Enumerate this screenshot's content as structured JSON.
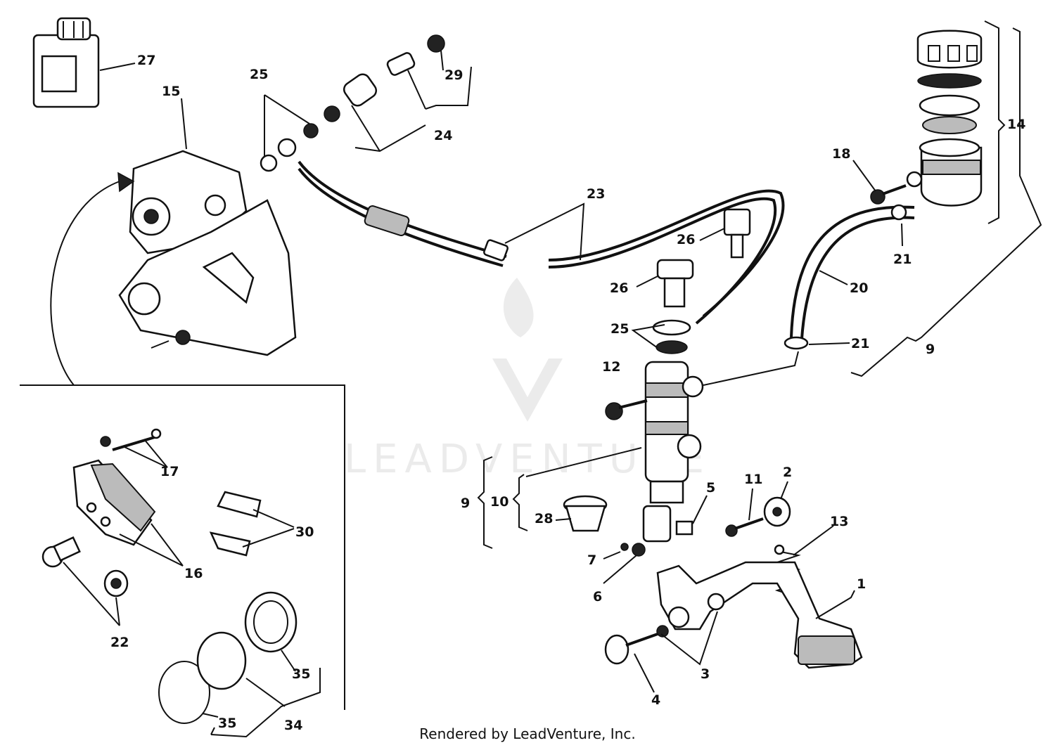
{
  "watermark": "LEADVENTURE",
  "footer": "Rendered by LeadVenture, Inc.",
  "callouts": {
    "c1": "1",
    "c2": "2",
    "c3": "3",
    "c4": "4",
    "c5": "5",
    "c6": "6",
    "c7": "7",
    "c9a": "9",
    "c9b": "9",
    "c10": "10",
    "c11": "11",
    "c12": "12",
    "c13": "13",
    "c14": "14",
    "c15": "15",
    "c16": "16",
    "c17": "17",
    "c18": "18",
    "c20": "20",
    "c21a": "21",
    "c21b": "21",
    "c22": "22",
    "c23": "23",
    "c24": "24",
    "c25a": "25",
    "c25b": "25",
    "c26a": "26",
    "c26b": "26",
    "c27": "27",
    "c28": "28",
    "c29": "29",
    "c30": "30",
    "c34": "34",
    "c35": "35",
    "c35b": "35"
  }
}
